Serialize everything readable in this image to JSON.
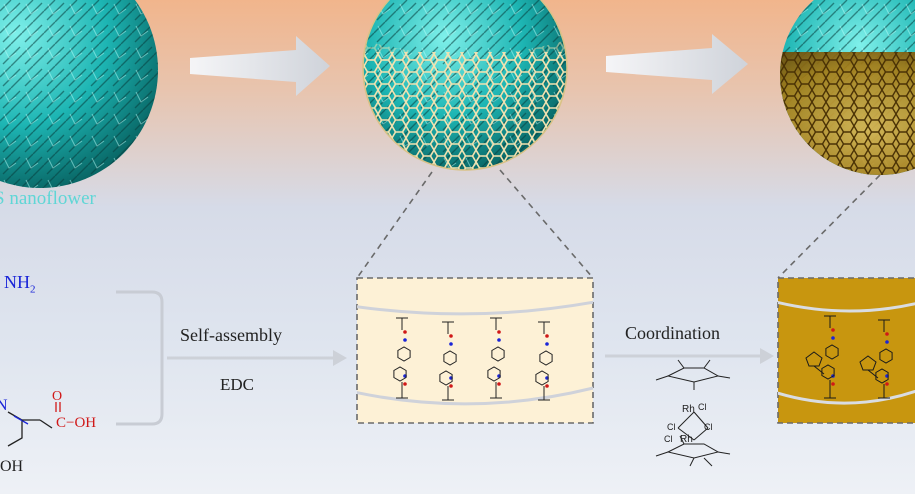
{
  "labels": {
    "nanoflower": "S nanoflower",
    "self_assembly": "Self-assembly",
    "edc": "EDC",
    "coordination": "Coordination",
    "nh2": "NH",
    "nh2_sub": "2",
    "ring_n": "N",
    "oh": "OH",
    "cooh": "C−OH"
  },
  "colors": {
    "teal": "#1fb7b5",
    "honeycomb": "#e9d6a0",
    "gold_panel": "#c8960f",
    "cream_panel": "#fdf1d6",
    "arrow": "#d8dce4"
  }
}
